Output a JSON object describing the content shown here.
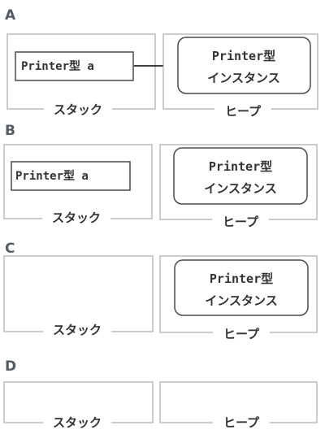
{
  "panels": {
    "a": {
      "label": "A"
    },
    "b": {
      "label": "B"
    },
    "c": {
      "label": "C"
    },
    "d": {
      "label": "D"
    }
  },
  "stack_label": "スタック",
  "heap_label": "ヒープ",
  "reference_text": "Printer型 a",
  "instance_line1": "Printer型",
  "instance_line2": "インスタンス"
}
